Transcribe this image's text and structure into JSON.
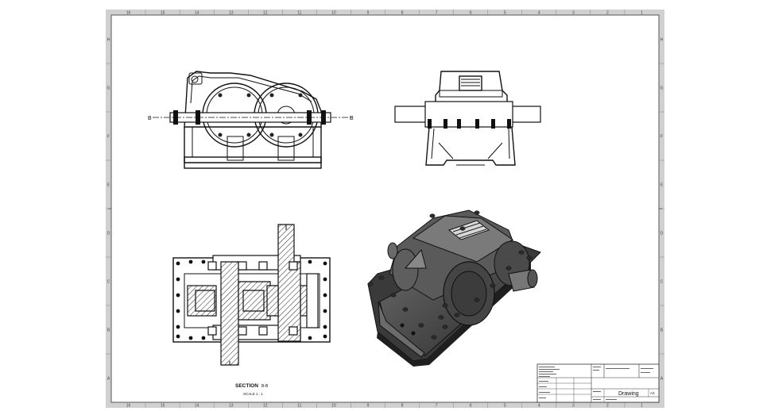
{
  "sheet": {
    "border_color": "#c8c8c8",
    "zone_numbers_top": [
      "16",
      "15",
      "14",
      "13",
      "12",
      "11",
      "10",
      "9",
      "8",
      "7",
      "6",
      "5",
      "4",
      "3",
      "2",
      "1"
    ],
    "zone_letters_side": [
      "H",
      "G",
      "F",
      "E",
      "D",
      "C",
      "B",
      "A"
    ]
  },
  "views": {
    "front_cut_left": "B",
    "front_cut_right": "B",
    "section_title": "SECTION",
    "section_id": "B-B",
    "section_scale": "SCALE 1 : 1"
  },
  "title_block": {
    "title": "Drawing",
    "sheet_size": "A3"
  },
  "colors": {
    "line": "#111111",
    "iso_body": "#4a4a4a",
    "iso_dark": "#2b2b2b",
    "iso_light": "#8a8a8a"
  }
}
